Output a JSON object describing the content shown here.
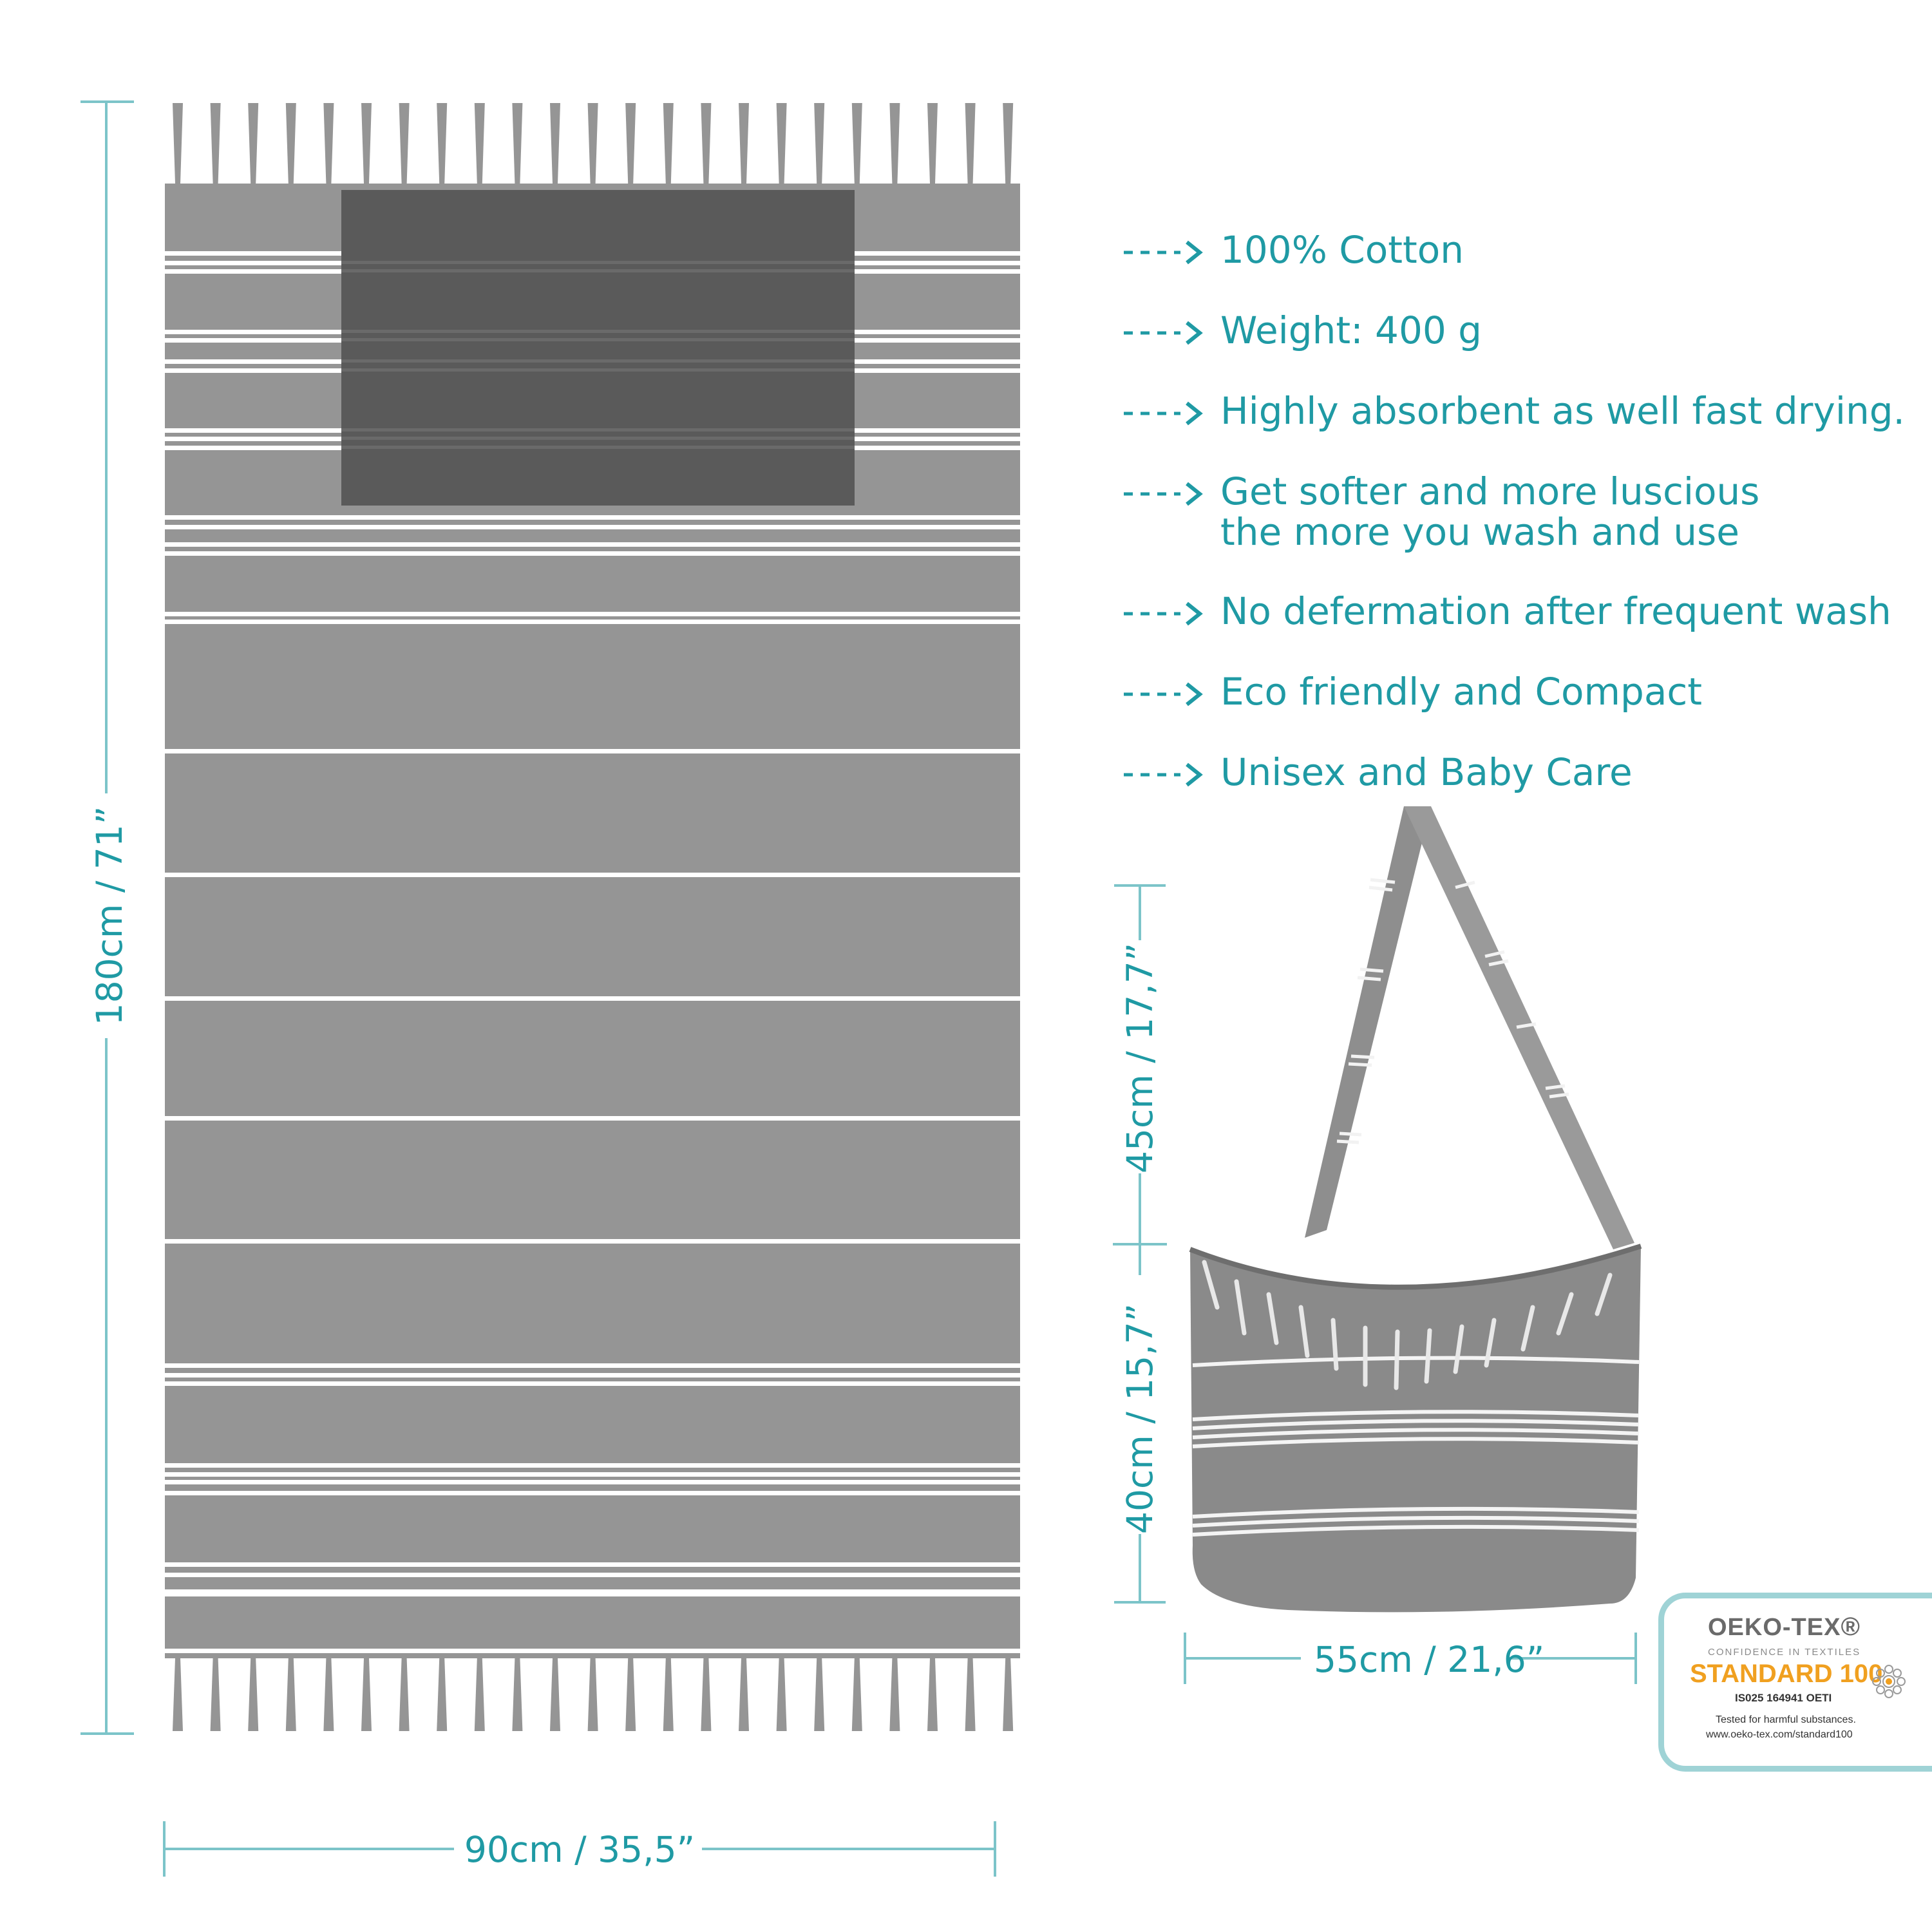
{
  "features": [
    "100% Cotton",
    "Weight: 400 g",
    "Highly absorbent as well fast drying.",
    "Get softer and more luscious the more you wash and use",
    "No defermation after frequent wash",
    "Eco friendly and Compact",
    "Unisex and Baby Care"
  ],
  "dimensions": {
    "towel_height": "180cm / 71”",
    "towel_width": "90cm / 35,5”",
    "strap_height": "45cm / 17,7”",
    "bag_height": "40cm / 15,7”",
    "bag_width": "55cm / 21,6”"
  },
  "badge": {
    "brand": "OEKO-TEX",
    "registered": "®",
    "tagline": "CONFIDENCE IN TEXTILES",
    "standard": "STANDARD 100",
    "cert": "IS025 164941 OETI",
    "tested": "Tested for harmful substances.",
    "url": "www.oeko-tex.com/standard100"
  },
  "colors": {
    "accent": "#1f9aa4",
    "towel": "#959595",
    "pillow": "#5a5a5a",
    "stripe": "#ffffff",
    "badge_border": "#9fd3d6",
    "standard": "#f0a020"
  }
}
